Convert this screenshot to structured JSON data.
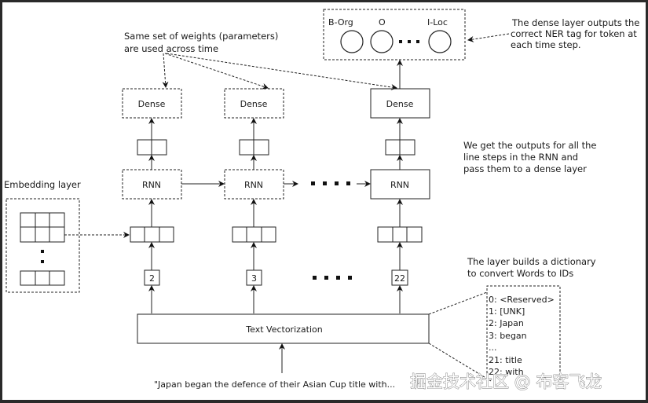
{
  "diagram": {
    "output_layer": {
      "tags": [
        "B-Org",
        "O",
        "I-Loc"
      ],
      "ellipsis": "• • •"
    },
    "notes": {
      "dense_output": [
        "The dense layer outputs the",
        "correct NER tag for token at",
        "each time step."
      ],
      "shared_weights": [
        "Same set of weights (parameters)",
        "are used across time"
      ],
      "rnn_outputs": [
        "We get the outputs for all the",
        "line steps in the RNN and",
        "pass them to a dense layer"
      ],
      "dictionary": [
        "The layer builds a dictionary",
        "to convert Words to IDs"
      ]
    },
    "time_steps": [
      {
        "dense_label": "Dense",
        "rnn_label": "RNN",
        "token_id": "2",
        "style": "dashed"
      },
      {
        "dense_label": "Dense",
        "rnn_label": "RNN",
        "token_id": "3",
        "style": "dashed"
      },
      {
        "dense_label": "Dense",
        "rnn_label": "RNN",
        "token_id": "22",
        "style": "solid"
      }
    ],
    "embedding_layer": {
      "label": "Embedding layer"
    },
    "text_vectorization": {
      "label": "Text Vectorization"
    },
    "input_sentence": "\"Japan began the defence of their Asian Cup title with...",
    "vocabulary": [
      "0:  <Reserved>",
      "1: [UNK]",
      "2:  Japan",
      "3: began",
      "...",
      "21: title",
      "22: with"
    ],
    "watermark": "掘金技术社区 @ 布客飞龙"
  }
}
